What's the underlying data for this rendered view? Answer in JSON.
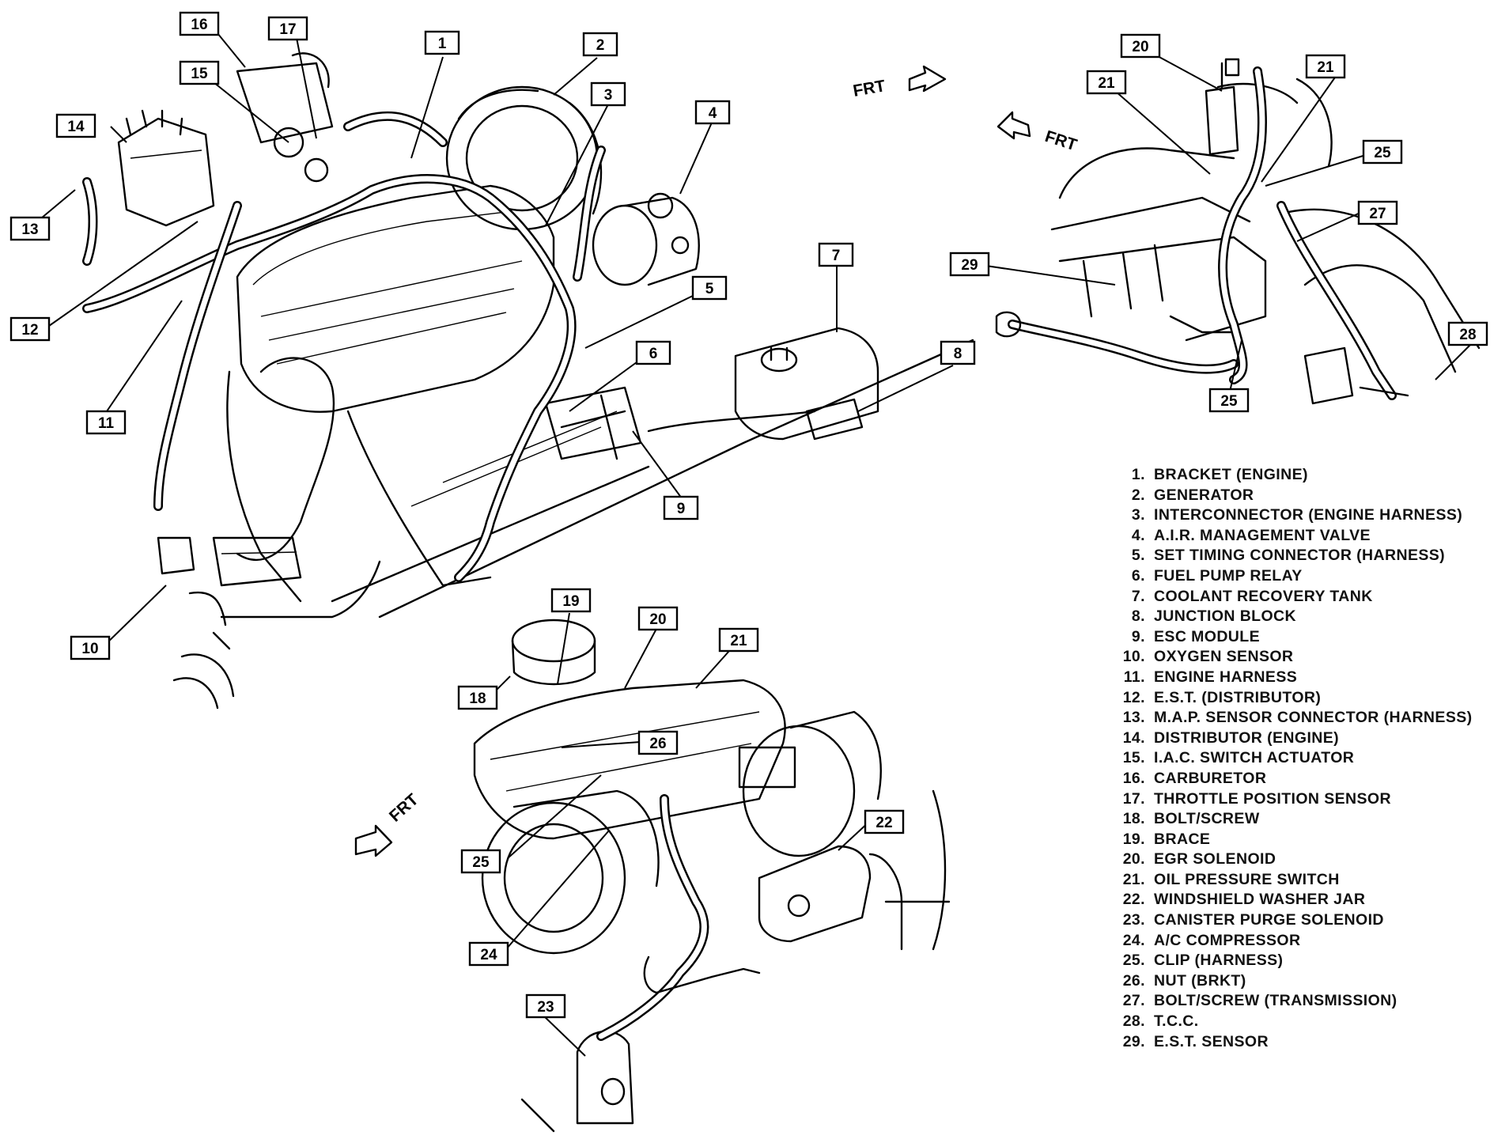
{
  "legend": [
    {
      "num": "1.",
      "label": "BRACKET (ENGINE)"
    },
    {
      "num": "2.",
      "label": "GENERATOR"
    },
    {
      "num": "3.",
      "label": "INTERCONNECTOR (ENGINE HARNESS)"
    },
    {
      "num": "4.",
      "label": "A.I.R. MANAGEMENT VALVE"
    },
    {
      "num": "5.",
      "label": "SET TIMING CONNECTOR (HARNESS)"
    },
    {
      "num": "6.",
      "label": "FUEL PUMP RELAY"
    },
    {
      "num": "7.",
      "label": "COOLANT RECOVERY TANK"
    },
    {
      "num": "8.",
      "label": "JUNCTION BLOCK"
    },
    {
      "num": "9.",
      "label": "ESC MODULE"
    },
    {
      "num": "10.",
      "label": "OXYGEN SENSOR"
    },
    {
      "num": "11.",
      "label": "ENGINE HARNESS"
    },
    {
      "num": "12.",
      "label": "E.S.T. (DISTRIBUTOR)"
    },
    {
      "num": "13.",
      "label": "M.A.P. SENSOR CONNECTOR (HARNESS)"
    },
    {
      "num": "14.",
      "label": "DISTRIBUTOR (ENGINE)"
    },
    {
      "num": "15.",
      "label": "I.A.C. SWITCH ACTUATOR"
    },
    {
      "num": "16.",
      "label": "CARBURETOR"
    },
    {
      "num": "17.",
      "label": "THROTTLE POSITION SENSOR"
    },
    {
      "num": "18.",
      "label": "BOLT/SCREW"
    },
    {
      "num": "19.",
      "label": "BRACE"
    },
    {
      "num": "20.",
      "label": "EGR SOLENOID"
    },
    {
      "num": "21.",
      "label": "OIL PRESSURE SWITCH"
    },
    {
      "num": "22.",
      "label": "WINDSHIELD WASHER JAR"
    },
    {
      "num": "23.",
      "label": "CANISTER PURGE SOLENOID"
    },
    {
      "num": "24.",
      "label": "A/C COMPRESSOR"
    },
    {
      "num": "25.",
      "label": "CLIP (HARNESS)"
    },
    {
      "num": "26.",
      "label": "NUT (BRKT)"
    },
    {
      "num": "27.",
      "label": "BOLT/SCREW (TRANSMISSION)"
    },
    {
      "num": "28.",
      "label": "T.C.C."
    },
    {
      "num": "29.",
      "label": "E.S.T. SENSOR"
    }
  ],
  "frt_labels": [
    "FRT",
    "FRT",
    "FRT"
  ],
  "callouts": [
    "1",
    "2",
    "3",
    "4",
    "5",
    "6",
    "7",
    "8",
    "9",
    "10",
    "11",
    "12",
    "13",
    "14",
    "15",
    "16",
    "17",
    "20",
    "21",
    "21",
    "25",
    "27",
    "29",
    "28",
    "25",
    "19",
    "20",
    "21",
    "18",
    "26",
    "25",
    "22",
    "24",
    "23"
  ]
}
